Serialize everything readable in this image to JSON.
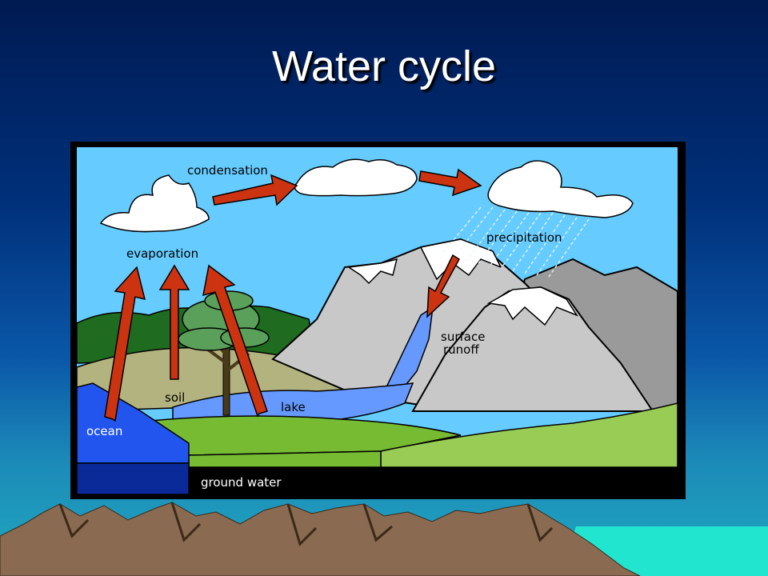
{
  "slide": {
    "title": "Water cycle"
  },
  "diagram": {
    "labels": {
      "condensation": "condensation",
      "evaporation": "evaporation",
      "precipitation": "precipitation",
      "surface_runoff_line1": "surface",
      "surface_runoff_line2": "runoff",
      "soil": "soil",
      "lake": "lake",
      "ocean": "ocean",
      "ground_water": "ground water"
    },
    "colors": {
      "sky": "#66ccff",
      "arrow": "#cc3311",
      "cloud": "#ffffff",
      "mountain": "#c8c8c8",
      "grass": "#77bb33",
      "lake": "#6699ff",
      "ocean": "#2255ee",
      "ground_water": "#0a2a9a",
      "soil": "#b3b380"
    }
  }
}
